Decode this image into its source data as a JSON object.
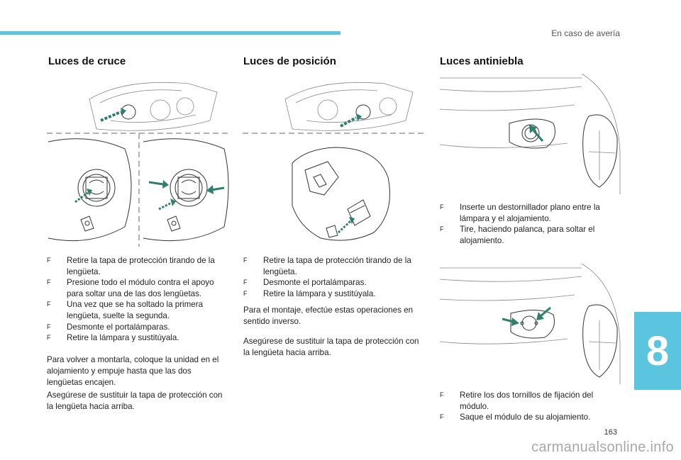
{
  "header": {
    "section": "En caso de avería",
    "chapter": "8",
    "page": "163"
  },
  "watermark": "carmanualsonline.info",
  "colors": {
    "accent": "#5bc4de",
    "arrow": "#2f7f6f"
  },
  "columns": {
    "low_beam": {
      "title": "Luces de cruce",
      "steps": [
        "Retire la tapa de protección tirando de la lengüeta.",
        "Presione todo el módulo contra el apoyo para soltar una de las dos lengüetas.",
        "Una vez que se ha soltado la primera lengüeta, suelte la segunda.",
        "Desmonte el portalámparas.",
        "Retire la lámpara y sustitúyala."
      ],
      "paragraphs": [
        "Para volver a montarla, coloque la unidad en el alojamiento y empuje hasta que las dos lengüetas encajen.",
        "Asegúrese de sustituir la tapa de protección con la lengüeta hacia arriba."
      ]
    },
    "side_lights": {
      "title": "Luces de posición",
      "steps": [
        "Retire la tapa de protección tirando de la lengüeta.",
        "Desmonte el portalámparas.",
        "Retire la lámpara y sustitúyala."
      ],
      "paragraphs": [
        "Para el montaje, efectúe estas operaciones en sentido inverso.",
        "Asegúrese de sustituir la tapa de protección con la lengüeta hacia arriba."
      ]
    },
    "fog_lights": {
      "title": "Luces antiniebla",
      "steps_a": [
        "Inserte un destornillador plano entre la lámpara y el alojamiento.",
        "Tire, haciendo palanca, para soltar el alojamiento."
      ],
      "steps_b": [
        "Retire los dos tornillos de fijación del módulo.",
        "Saque el módulo de su alojamiento."
      ]
    }
  },
  "bullet_mark": "F"
}
